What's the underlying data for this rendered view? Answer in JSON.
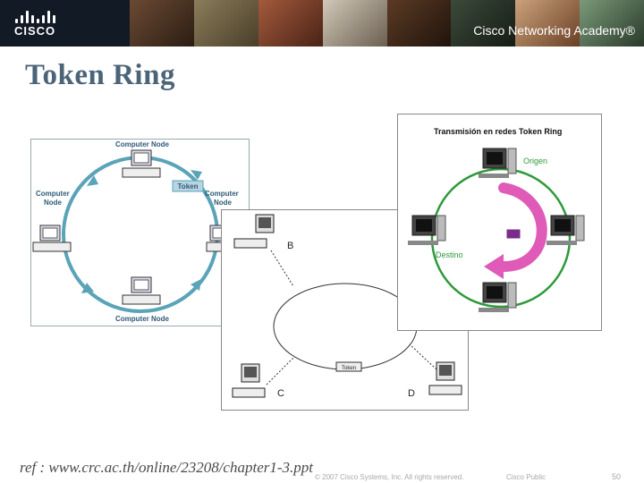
{
  "header": {
    "logo_text": "CISCO",
    "academy_text": "Cisco Networking Academy®"
  },
  "slide": {
    "title": "Token Ring"
  },
  "diagram1": {
    "top_node": "Computer Node",
    "left_node_line1": "Computer",
    "left_node_line2": "Node",
    "right_node_line1": "Computer",
    "right_node_line2": "Node",
    "bottom_node": "Computer Node",
    "token_label": "Token"
  },
  "diagram2": {
    "node_b": "B",
    "node_c": "C",
    "node_d": "D",
    "token_label": "Token"
  },
  "diagram3": {
    "title": "Transmisión en redes Token Ring",
    "origin_label": "Origen",
    "dest_label": "Destino"
  },
  "footer": {
    "reference": "ref : www.crc.ac.th/online/23208/chapter1-3.ppt",
    "copyright": "© 2007 Cisco Systems, Inc. All rights reserved.",
    "classification": "Cisco Public",
    "page_number": "50"
  }
}
